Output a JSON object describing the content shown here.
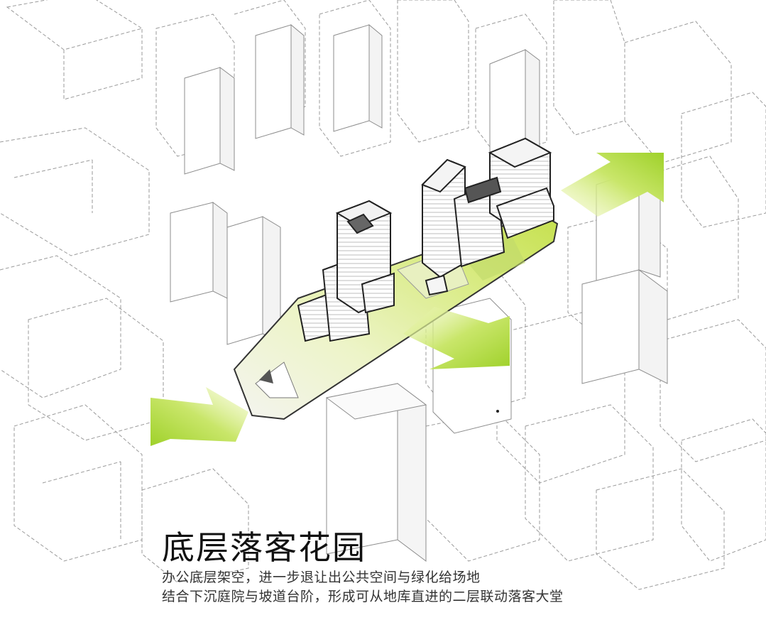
{
  "caption": {
    "title": "底层落客花园",
    "line1": "办公底层架空，进一步退让出公共空间与绿化给场地",
    "line2": "结合下沉庭院与坡道台阶，形成可从地库直进的二层联动落客大堂"
  },
  "colors": {
    "accent_green": "#a6d62a",
    "light_green": "#e6f29a",
    "linework": "#8a8a8a",
    "building_fill": "#ffffff"
  },
  "icons": [
    "arrow-northeast",
    "arrow-southeast",
    "arrow-southwest"
  ]
}
